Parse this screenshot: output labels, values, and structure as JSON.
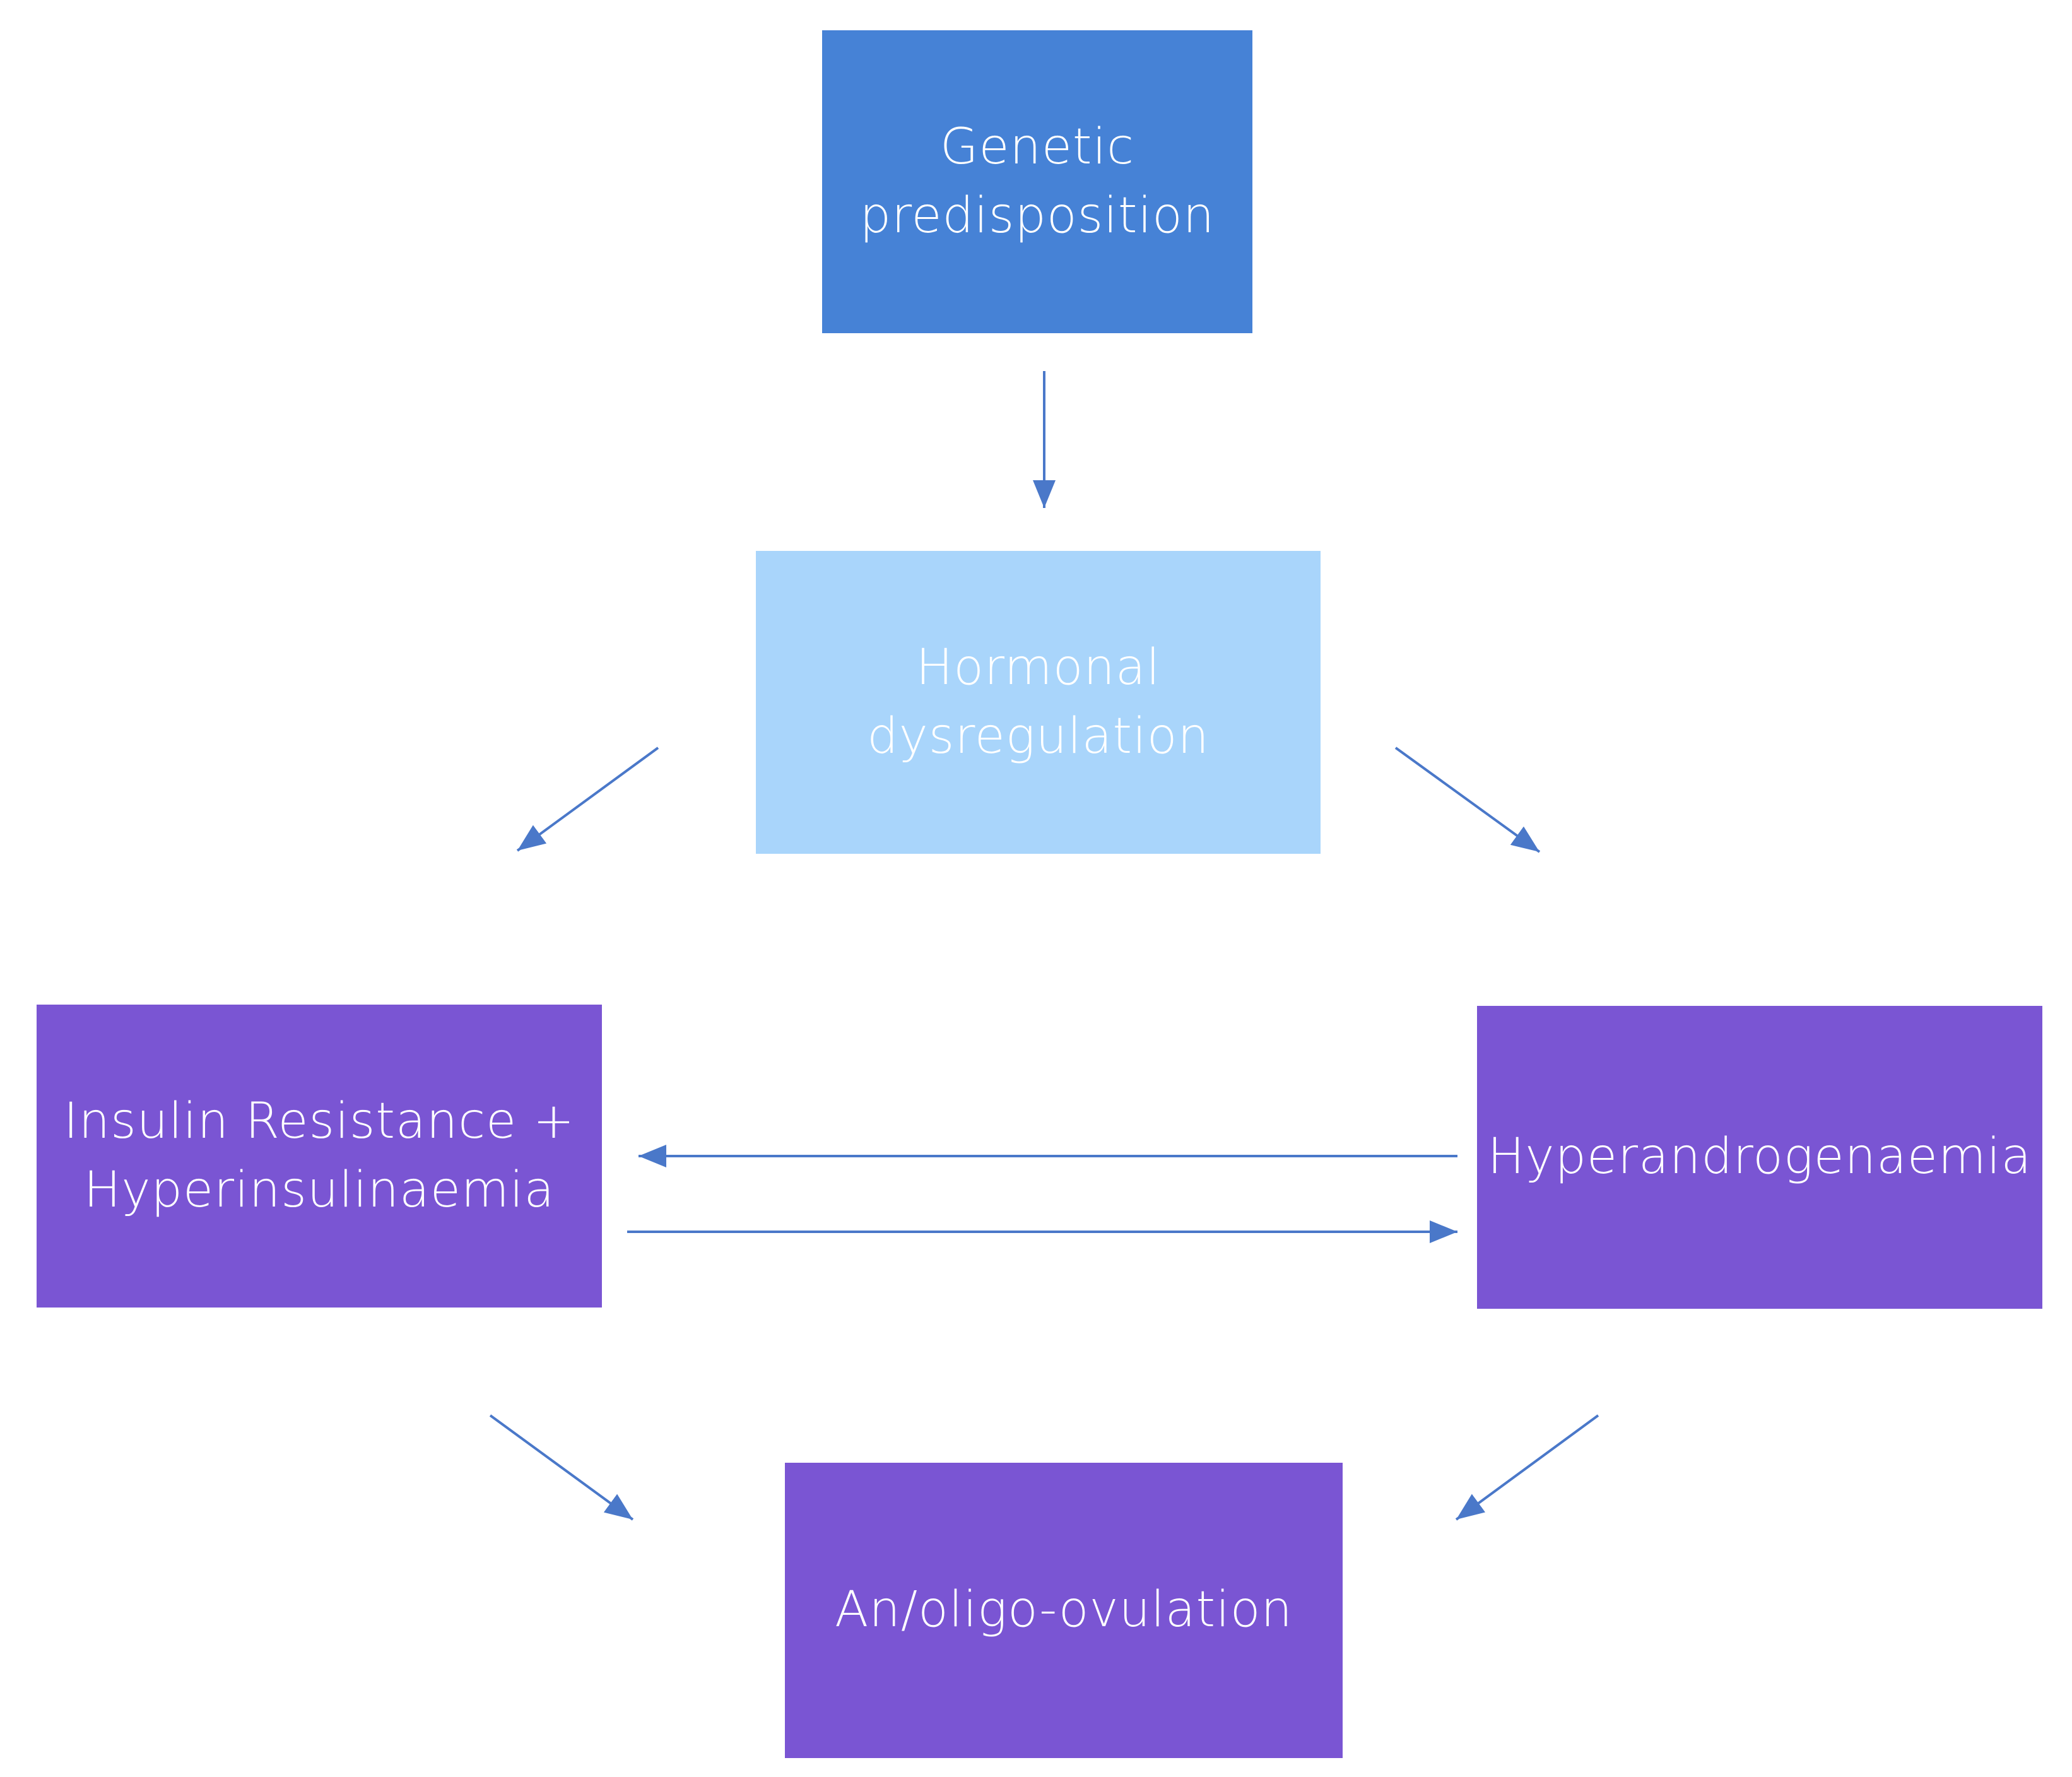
{
  "nodes": {
    "genetic": {
      "label": "Genetic predisposition",
      "color": "#4682D6"
    },
    "hormonal": {
      "label": "Hormonal dysregulation",
      "color": "#A9D5FB"
    },
    "insulin": {
      "label_line1": "Insulin Resistance +",
      "label_line2": "Hyperinsulinaemia",
      "color": "#7A55D3"
    },
    "hyperandro": {
      "label": "Hyperandrogenaemia",
      "color": "#7A55D3"
    },
    "anovulation": {
      "label": "An/oligo-ovulation",
      "color": "#7A55D3"
    }
  },
  "arrow_color": "#4A78C9"
}
